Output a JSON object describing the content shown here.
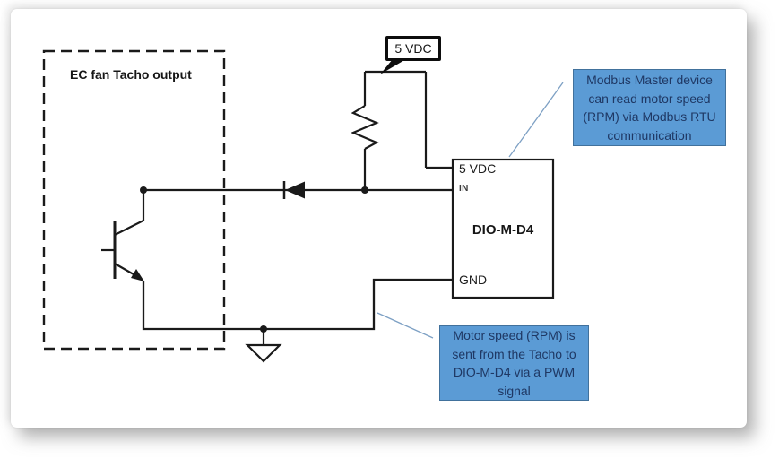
{
  "diagram": {
    "fan_label": "EC fan Tacho output",
    "supply_callout": "5 VDC",
    "device": {
      "name": "DIO-M-D4",
      "pin_5vdc": "5 VDC",
      "pin_in": "IN",
      "pin_gnd": "GND"
    },
    "symbols": [
      "npn-transistor",
      "diode",
      "resistor",
      "ground"
    ]
  },
  "callouts": {
    "modbus": {
      "lines": [
        "Modbus Master device",
        "can read motor speed",
        "(RPM) via Modbus RTU",
        "communication"
      ]
    },
    "pwm": {
      "lines": [
        "Motor speed (RPM) is",
        "sent from the Tacho to",
        "DIO-M-D4 via a PWM",
        "signal"
      ]
    }
  },
  "colors": {
    "callout_fill": "#5B9BD5",
    "callout_border": "#41719C",
    "callout_text": "#1F3864",
    "leader": "#7DA0C4",
    "wire": "#1a1a1a"
  }
}
